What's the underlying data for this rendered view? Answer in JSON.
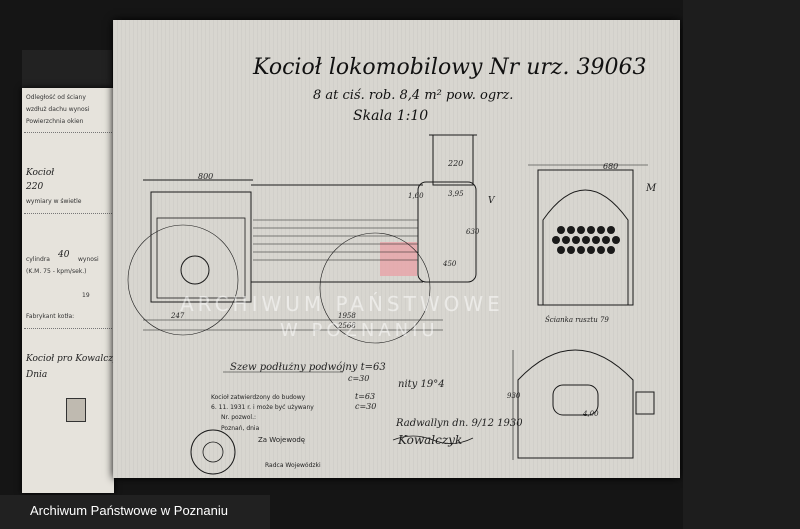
{
  "drawing": {
    "title": "Kocioł lokomobilowy Nr urz. 39063",
    "subtitle": "8 at ciś. rob. 8,4 m² pow. ogrz.",
    "scale": "Skala 1:10",
    "dim_top": "800",
    "dim_stack": "220",
    "dim_right": "680",
    "dim_a": "3,95",
    "dim_b": "1,60",
    "dim_c": "1958",
    "dim_d": "2568",
    "dim_e": "247",
    "dim_f": "450",
    "dim_g": "630",
    "dim_h": "930",
    "dim_i": "4,00",
    "label_v": "V",
    "label_m": "M",
    "note_rivets": "Szew podłużny podwójny t=63",
    "note_c30a": "c=30",
    "note_c30b": "c=30",
    "note_t63": "t=63",
    "note_nity": "nity 19°4",
    "note_place": "Radwallyn dn. 9/12 1930",
    "note_signature": "Kowalczyk",
    "note_rusztu": "Ścianka rusztu 79"
  },
  "stamp_text": {
    "line1": "Kocioł zatwierdzony do budowy",
    "line2": "6. 11. 1931 r. i może być używany",
    "line3": "Nr. pozwol.:",
    "line4": "Poznań, dnia",
    "line5": "Za Wojewodę",
    "line6": "Radca Wojewódzki"
  },
  "left_document": {
    "line1": "Odległość od ściany",
    "line2": "wzdłuż dachu wynosi",
    "line3": "Powierzchnia okien",
    "hand1": "Kocioł",
    "hand2": "220",
    "line4": "wymiary w świetle",
    "line5": "cylindra",
    "hand3": "40",
    "line6": "wynosi",
    "line7": "(K.M. 75 - kpm/sek.)",
    "line8": "Fabrykant kotła:",
    "hand4": "19",
    "hand5": "Kocioł pro Kowalczyk",
    "hand6": "Dnia"
  },
  "watermark": {
    "line1": "ARCHIWUM PAŃSTWOWE",
    "line2": "W POZNANIU"
  },
  "footer": {
    "label": "Archiwum Państwowe w Poznaniu"
  }
}
